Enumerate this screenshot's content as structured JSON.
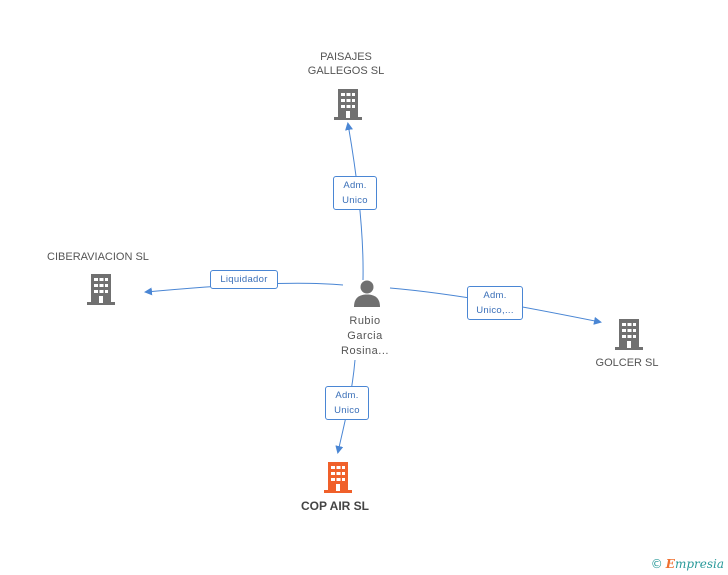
{
  "nodes": {
    "paisajes": {
      "line1": "PAISAJES",
      "line2": "GALLEGOS SL"
    },
    "ciberaviacion": {
      "label": "CIBERAVIACION SL"
    },
    "golcer": {
      "label": "GOLCER SL"
    },
    "copair": {
      "label": "COP AIR SL"
    },
    "person": {
      "line1": "Rubio",
      "line2": "Garcia",
      "line3": "Rosina..."
    }
  },
  "edges": {
    "to_paisajes": {
      "line1": "Adm.",
      "line2": "Unico"
    },
    "to_ciberaviacion": {
      "line1": "Liquidador"
    },
    "to_golcer": {
      "line1": "Adm.",
      "line2": "Unico,..."
    },
    "to_copair": {
      "line1": "Adm.",
      "line2": "Unico"
    }
  },
  "colors": {
    "building": "#707070",
    "main_building": "#f0602a",
    "edge": "#4a86d4"
  },
  "footer": {
    "copyright": "©",
    "brand_first": "E",
    "brand_rest": "mpresia"
  }
}
